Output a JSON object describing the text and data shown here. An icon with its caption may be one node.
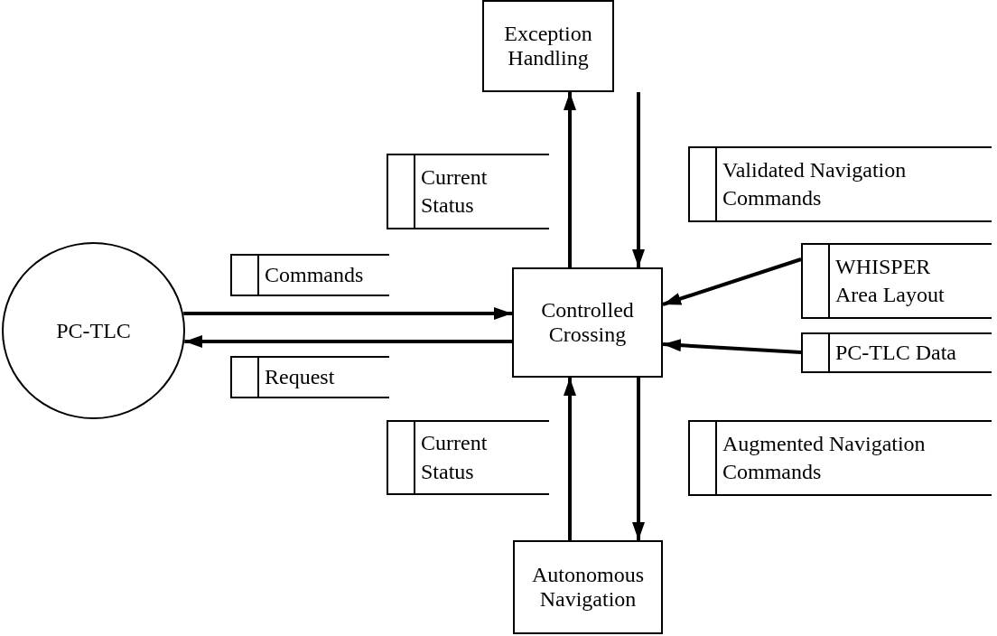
{
  "diagram": {
    "nodes": [
      {
        "text": [
          "Exception Handling"
        ]
      },
      {
        "text": [
          "Current Status"
        ]
      },
      {
        "text": [
          "Validated Navigation Commands"
        ]
      },
      {
        "text": [
          "Commands"
        ]
      },
      {
        "text": [
          "PC-TLC"
        ]
      },
      {
        "text": [
          "Controlled Crossing"
        ]
      },
      {
        "text": [
          "WHISPER Area Layout"
        ]
      },
      {
        "text": [
          "Request"
        ]
      },
      {
        "text": [
          "PC-TLC Data"
        ]
      },
      {
        "text": [
          "Current Status"
        ]
      },
      {
        "text": [
          "Augmented Navigation Commands"
        ]
      },
      {
        "text": [
          "Autonomous Navigation"
        ]
      }
    ],
    "edges": [
      {
        "from": 5,
        "to": 0,
        "arrow": "to"
      },
      {
        "from": 0,
        "to": 5,
        "arrow": "to"
      },
      {
        "from": 4,
        "to": 5,
        "arrow": "to"
      },
      {
        "from": 5,
        "to": 4,
        "arrow": "to"
      },
      {
        "from": 6,
        "to": 5,
        "arrow": "to"
      },
      {
        "from": 8,
        "to": 5,
        "arrow": "to"
      },
      {
        "from": 11,
        "to": 5,
        "arrow": "to"
      },
      {
        "from": 5,
        "to": 11,
        "arrow": "to"
      }
    ]
  }
}
